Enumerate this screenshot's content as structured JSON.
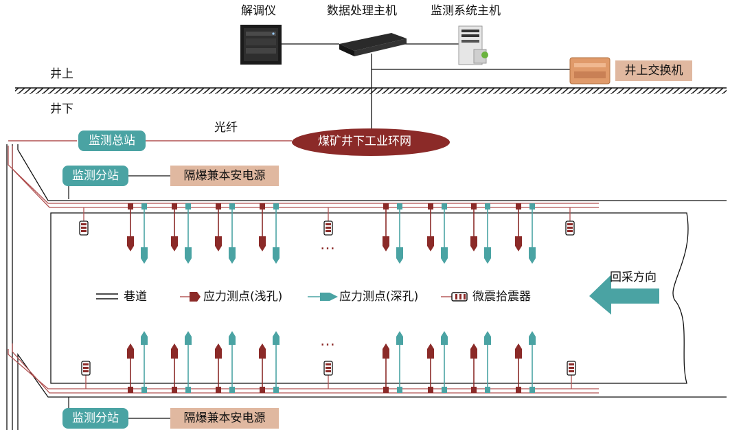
{
  "equipment": {
    "demodulator": "解调仪",
    "data_host": "数据处理主机",
    "monitor_host": "监测系统主机",
    "switch": "井上交换机"
  },
  "ground": {
    "above": "井上",
    "below": "井下"
  },
  "network": {
    "fiber": "光纤",
    "ring": "煤矿井下工业环网",
    "main_station": "监测总站"
  },
  "substations": {
    "top": {
      "label": "监测分站",
      "power": "隔爆兼本安电源"
    },
    "bottom": {
      "label": "监测分站",
      "power": "隔爆兼本安电源"
    }
  },
  "ellipsis": "…",
  "direction": "回采方向",
  "legend": {
    "roadway": "巷道",
    "shallow": "应力测点(浅孔)",
    "deep": "应力测点(深孔)",
    "geophone": "微震拾震器"
  },
  "colors": {
    "shallow": "#8b2a28",
    "deep": "#4aa3a3",
    "cable": "#b05050",
    "line": "#111111"
  }
}
